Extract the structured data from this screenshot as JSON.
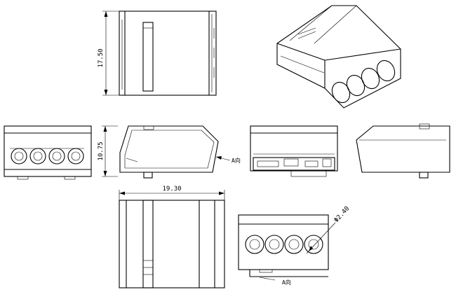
{
  "dimensions": {
    "height": "17.50",
    "depth": "10.75",
    "width": "19.30",
    "hole_diameter": "Φ2.40"
  },
  "view_labels": {
    "arrow_side": "A向",
    "arrow_bottom": "A向"
  }
}
